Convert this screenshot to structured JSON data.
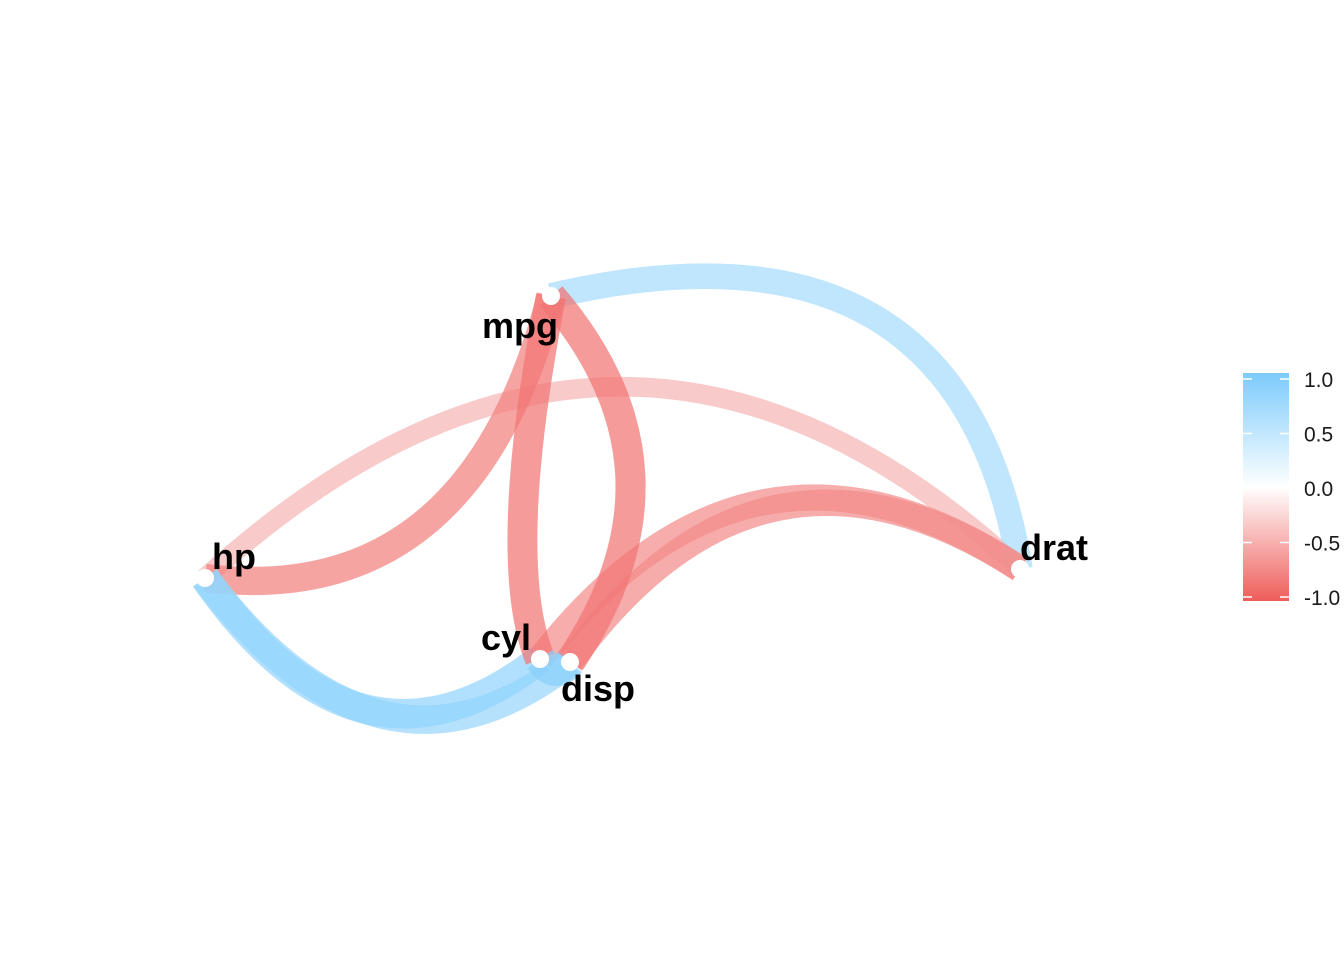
{
  "chart_data": {
    "type": "network",
    "nodes": [
      {
        "id": "mpg",
        "label": "mpg"
      },
      {
        "id": "cyl",
        "label": "cyl"
      },
      {
        "id": "disp",
        "label": "disp"
      },
      {
        "id": "hp",
        "label": "hp"
      },
      {
        "id": "drat",
        "label": "drat"
      }
    ],
    "edges": [
      {
        "from": "mpg",
        "to": "cyl",
        "r": -0.85
      },
      {
        "from": "mpg",
        "to": "disp",
        "r": -0.85
      },
      {
        "from": "mpg",
        "to": "hp",
        "r": -0.78
      },
      {
        "from": "mpg",
        "to": "drat",
        "r": 0.68
      },
      {
        "from": "cyl",
        "to": "disp",
        "r": 0.9
      },
      {
        "from": "cyl",
        "to": "hp",
        "r": 0.83
      },
      {
        "from": "cyl",
        "to": "drat",
        "r": -0.7
      },
      {
        "from": "disp",
        "to": "hp",
        "r": 0.79
      },
      {
        "from": "disp",
        "to": "drat",
        "r": -0.71
      },
      {
        "from": "hp",
        "to": "drat",
        "r": -0.45
      }
    ],
    "legend": {
      "position": "right",
      "range": [
        -1,
        1
      ],
      "ticks": [
        "1.0",
        "0.5",
        "0.0",
        "-0.5",
        "-1.0"
      ],
      "colors": {
        "negative": "#ee5d5a",
        "zero": "#ffffff",
        "positive": "#7ccbfb"
      }
    },
    "grid": false
  }
}
